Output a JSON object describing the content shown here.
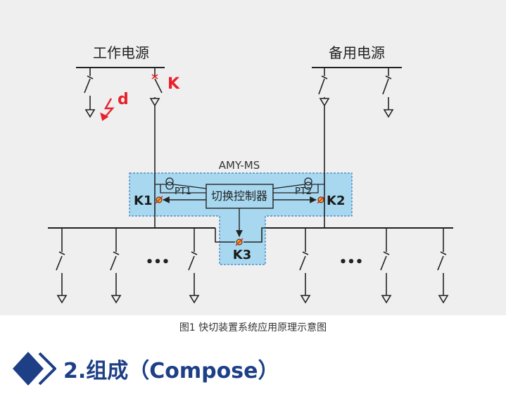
{
  "diagram": {
    "work_source_label": "工作电源",
    "backup_source_label": "备用电源",
    "breaker_k_label": "K",
    "fault_label": "d",
    "device_label": "AMY-MS",
    "controller_label": "切换控制器",
    "pt1_label": "PT1",
    "pt2_label": "PT2",
    "k1_label": "K1",
    "k2_label": "K2",
    "k3_label": "K3",
    "ellipsis_left": "•••",
    "ellipsis_right": "•••"
  },
  "caption": "图1 快切装置系统应用原理示意图",
  "section": {
    "title": "2.组成（Compose）"
  },
  "colors": {
    "accent": "#1d3f86",
    "device_fill": "#a8d8f0",
    "alert_red": "#e8202a",
    "switch_orange": "#f5a623"
  }
}
